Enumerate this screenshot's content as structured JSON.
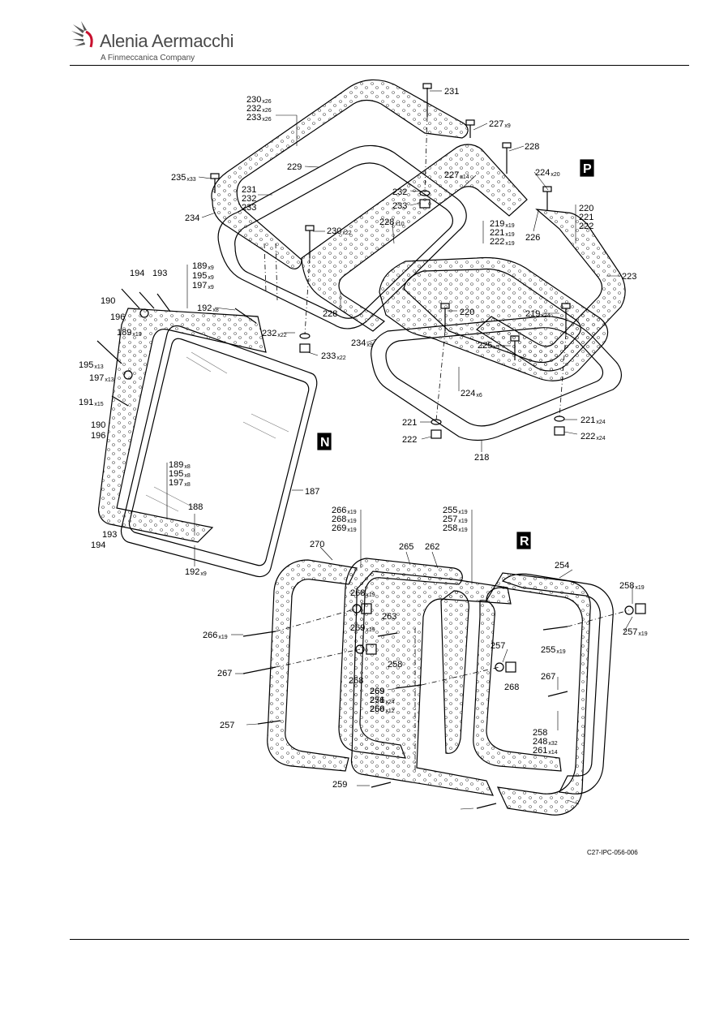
{
  "header": {
    "brand_name": "Alenia Aermacchi",
    "brand_sub": "A Finmeccanica Company"
  },
  "view_letters": [
    "P",
    "N",
    "R"
  ],
  "callouts": [
    {
      "n": "231",
      "q": ""
    },
    {
      "n": "227",
      "q": "x9"
    },
    {
      "n": "228",
      "q": ""
    },
    {
      "n": "224",
      "q": "x20"
    },
    {
      "n": "230",
      "q": "x26"
    },
    {
      "n": "232",
      "q": "x26"
    },
    {
      "n": "233",
      "q": "x26"
    },
    {
      "n": "235",
      "q": "x33"
    },
    {
      "n": "229",
      "q": ""
    },
    {
      "n": "227",
      "q": "x14"
    },
    {
      "n": "232",
      "q": ""
    },
    {
      "n": "233",
      "q": ""
    },
    {
      "n": "231",
      "q": ""
    },
    {
      "n": "232",
      "q": ""
    },
    {
      "n": "233",
      "q": ""
    },
    {
      "n": "234",
      "q": ""
    },
    {
      "n": "228",
      "q": "x10"
    },
    {
      "n": "230",
      "q": "x22"
    },
    {
      "n": "219",
      "q": "x19"
    },
    {
      "n": "221",
      "q": "x19"
    },
    {
      "n": "222",
      "q": "x19"
    },
    {
      "n": "226",
      "q": ""
    },
    {
      "n": "220",
      "q": ""
    },
    {
      "n": "221",
      "q": ""
    },
    {
      "n": "222",
      "q": ""
    },
    {
      "n": "223",
      "q": ""
    },
    {
      "n": "189",
      "q": "x9"
    },
    {
      "n": "195",
      "q": "x9"
    },
    {
      "n": "197",
      "q": "x9"
    },
    {
      "n": "194",
      "q": ""
    },
    {
      "n": "193",
      "q": ""
    },
    {
      "n": "190",
      "q": ""
    },
    {
      "n": "196",
      "q": ""
    },
    {
      "n": "192",
      "q": "x8"
    },
    {
      "n": "228",
      "q": ""
    },
    {
      "n": "220",
      "q": ""
    },
    {
      "n": "219",
      "q": "x24"
    },
    {
      "n": "232",
      "q": "x22"
    },
    {
      "n": "234",
      "q": "x9"
    },
    {
      "n": "233",
      "q": "x22"
    },
    {
      "n": "225",
      "q": "x5"
    },
    {
      "n": "189",
      "q": "x13"
    },
    {
      "n": "195",
      "q": "x13"
    },
    {
      "n": "197",
      "q": "x13"
    },
    {
      "n": "224",
      "q": "x6"
    },
    {
      "n": "191",
      "q": "x15"
    },
    {
      "n": "221",
      "q": ""
    },
    {
      "n": "222",
      "q": ""
    },
    {
      "n": "221",
      "q": "x24"
    },
    {
      "n": "222",
      "q": "x24"
    },
    {
      "n": "218",
      "q": ""
    },
    {
      "n": "190",
      "q": ""
    },
    {
      "n": "196",
      "q": ""
    },
    {
      "n": "189",
      "q": "x8"
    },
    {
      "n": "195",
      "q": "x8"
    },
    {
      "n": "197",
      "q": "x8"
    },
    {
      "n": "187",
      "q": ""
    },
    {
      "n": "188",
      "q": ""
    },
    {
      "n": "193",
      "q": ""
    },
    {
      "n": "194",
      "q": ""
    },
    {
      "n": "192",
      "q": "x9"
    },
    {
      "n": "266",
      "q": "x19"
    },
    {
      "n": "268",
      "q": "x19"
    },
    {
      "n": "269",
      "q": "x19"
    },
    {
      "n": "255",
      "q": "x19"
    },
    {
      "n": "257",
      "q": "x19"
    },
    {
      "n": "258",
      "q": "x19"
    },
    {
      "n": "270",
      "q": ""
    },
    {
      "n": "265",
      "q": ""
    },
    {
      "n": "262",
      "q": ""
    },
    {
      "n": "254",
      "q": ""
    },
    {
      "n": "268",
      "q": "x19"
    },
    {
      "n": "258",
      "q": "x19"
    },
    {
      "n": "269",
      "q": "x19"
    },
    {
      "n": "263",
      "q": ""
    },
    {
      "n": "266",
      "q": "x19"
    },
    {
      "n": "257",
      "q": "x19"
    },
    {
      "n": "255",
      "q": "x19"
    },
    {
      "n": "257",
      "q": ""
    },
    {
      "n": "267",
      "q": ""
    },
    {
      "n": "268",
      "q": ""
    },
    {
      "n": "269",
      "q": ""
    },
    {
      "n": "256",
      "q": ""
    },
    {
      "n": "260",
      "q": "x12"
    },
    {
      "n": "258",
      "q": ""
    },
    {
      "n": "267",
      "q": ""
    },
    {
      "n": "268",
      "q": ""
    },
    {
      "n": "269",
      "q": ""
    },
    {
      "n": "271",
      "q": "x24"
    },
    {
      "n": "256",
      "q": ""
    },
    {
      "n": "257",
      "q": ""
    },
    {
      "n": "258",
      "q": ""
    },
    {
      "n": "248",
      "q": "x32"
    },
    {
      "n": "261",
      "q": "x14"
    },
    {
      "n": "259",
      "q": ""
    }
  ],
  "drawing_id": "C27-IPC-056-006"
}
